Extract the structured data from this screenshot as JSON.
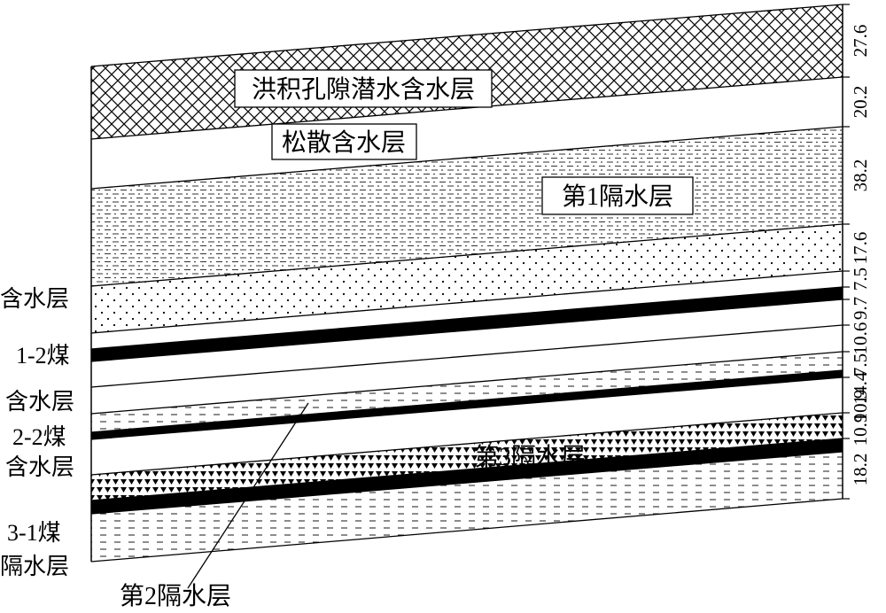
{
  "layers": {
    "alluvial_aquifer": "洪积孔隙潜水含水层",
    "loose_aquifer": "松散含水层",
    "aquiclude_1": "第1隔水层",
    "aquiclude_2": "第2隔水层",
    "aquiclude_3": "第3隔水层"
  },
  "left_labels": {
    "aquifer_a": "含水层",
    "coal_1_2": "1-2煤",
    "aquifer_b": "含水层",
    "coal_2_2": "2-2煤",
    "aquifer_c": "含水层",
    "coal_3_1": "3-1煤",
    "aquiclude": "隔水层"
  },
  "thickness": [
    "27.6",
    "20.2",
    "38.2",
    "17.6",
    "7.5",
    "9.7",
    "10.6",
    "7.5",
    "14.4",
    "10.9",
    "10.9",
    "18.2"
  ],
  "colors": {
    "line": "#000000",
    "background": "#ffffff"
  }
}
